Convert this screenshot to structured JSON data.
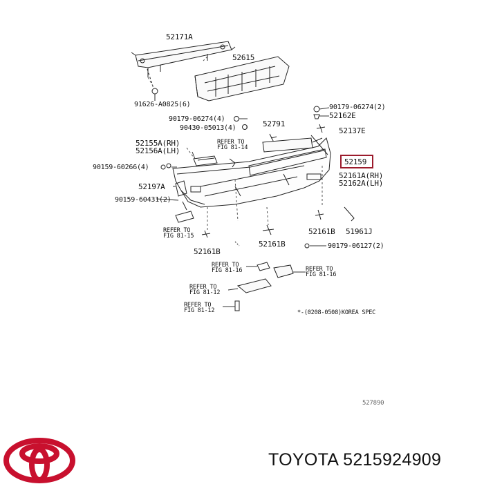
{
  "diagram": {
    "labels": {
      "p52171A": "52171A",
      "p52615": "52615",
      "p91626": "91626-A0825(6)",
      "p90179_left": "90179-06274(4)",
      "p90430": "90430-05013(4)",
      "p52791": "52791",
      "p90179_right": "90179-06274(2)",
      "p52162E": "52162E",
      "p52137E": "52137E",
      "p52155A": "52155A(RH)",
      "p52156A": "52156A(LH)",
      "refer_81_14_a": "REFER TO",
      "refer_81_14_b": "FIG 81-14",
      "p90159_60266": "90159-60266(4)",
      "p52159": "52159",
      "p52161A": "52161A(RH)",
      "p52162A": "52162A(LH)",
      "p52197A": "52197A",
      "p90159_60431": "90159-60431(2)",
      "refer_81_15_a": "REFER TO",
      "refer_81_15_b": "FIG 81-15",
      "p52161B_left": "52161B",
      "p52161B_center": "52161B",
      "p52161B_right": "52161B",
      "p51961J": "51961J",
      "p90179_06127": "90179-06127(2)",
      "refer_81_16_left_a": "REFER TO",
      "refer_81_16_left_b": "FIG 81-16",
      "refer_81_16_right_a": "REFER TO",
      "refer_81_16_right_b": "FIG 81-16",
      "refer_81_12_a_a": "REFER TO",
      "refer_81_12_a_b": "FIG 81-12",
      "refer_81_12_b_a": "REFER TO",
      "refer_81_12_b_b": "FIG 81-12",
      "note_spec": "*-(0208-0508)KOREA SPEC",
      "catalog_code": "527890"
    },
    "highlight_color": "#9b1b2c"
  },
  "footer": {
    "title": "TOYOTA 5215924909",
    "logo_color": "#c8102e"
  }
}
